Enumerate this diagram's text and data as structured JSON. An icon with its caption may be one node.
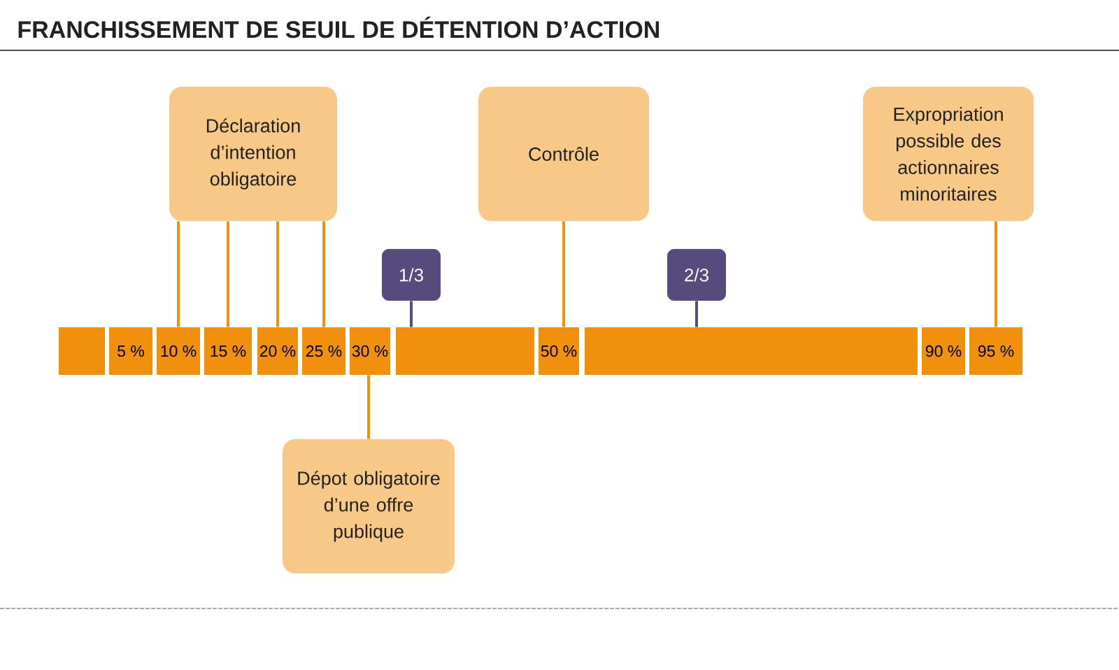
{
  "diagram": {
    "title": "FRANCHISSEMENT DE SEUIL DE DÉTENTION D’ACTION",
    "nodes": [
      {
        "text": [
          "Déclaration d’intention obligatoire"
        ]
      },
      {
        "text": [
          "Contrôle"
        ]
      },
      {
        "text": [
          "Expropriation possible des actionnaires minoritaires"
        ]
      },
      {
        "text": [
          "1/3"
        ]
      },
      {
        "text": [
          "2/3"
        ]
      },
      {
        "text": [],
        "shape": "bar"
      },
      {
        "text": [
          "5 %"
        ]
      },
      {
        "text": [
          "10 %"
        ]
      },
      {
        "text": [
          "15 %"
        ]
      },
      {
        "text": [
          "20 %"
        ]
      },
      {
        "text": [
          "25 %"
        ]
      },
      {
        "text": [
          "30 %"
        ]
      },
      {
        "text": [],
        "shape": "bar"
      },
      {
        "text": [
          "50 %"
        ]
      },
      {
        "text": [],
        "shape": "bar"
      },
      {
        "text": [
          "90 %"
        ]
      },
      {
        "text": [
          "95 %"
        ]
      },
      {
        "text": [
          "Dépot obligatoire d’une offre publique"
        ]
      }
    ],
    "edges": [
      {
        "from": 0,
        "to": 7,
        "arrow": "none"
      },
      {
        "from": 0,
        "to": 8,
        "arrow": "none"
      },
      {
        "from": 0,
        "to": 9,
        "arrow": "none"
      },
      {
        "from": 0,
        "to": 10,
        "arrow": "none"
      },
      {
        "from": 1,
        "to": 13,
        "arrow": "none"
      },
      {
        "from": 2,
        "to": 16,
        "arrow": "none"
      },
      {
        "from": 3,
        "to": 12,
        "arrow": "none",
        "color": "#574a7d"
      },
      {
        "from": 4,
        "to": 14,
        "arrow": "none",
        "color": "#574a7d"
      },
      {
        "from": 17,
        "to": 11,
        "arrow": "none"
      }
    ]
  }
}
